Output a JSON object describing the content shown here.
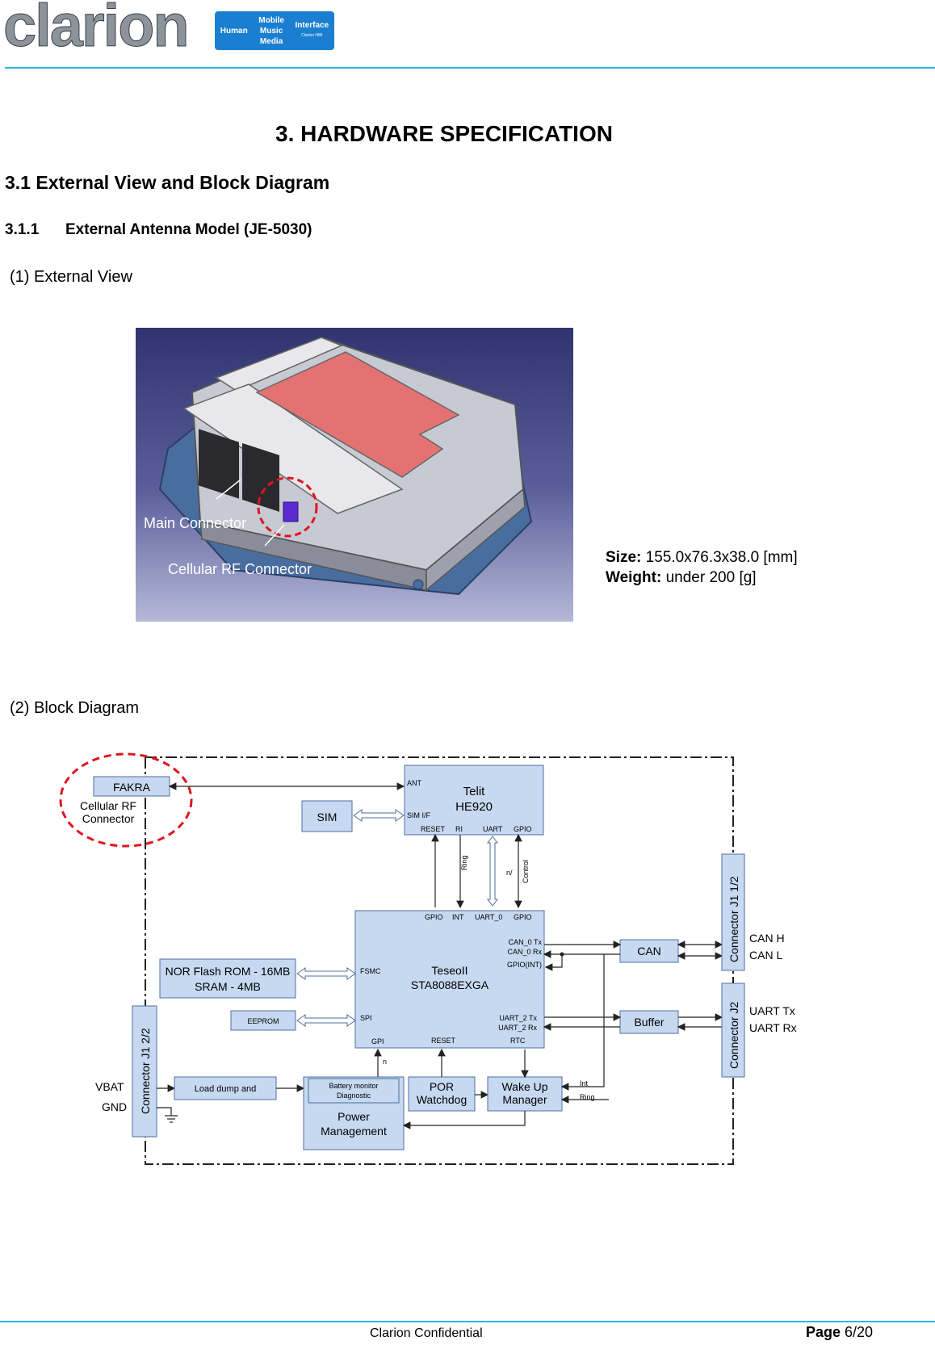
{
  "header": {
    "logo_text": "clarion",
    "badge": {
      "col1": [
        "Human"
      ],
      "col2": [
        "Mobile",
        "Music",
        "Media"
      ],
      "col3": [
        "Interface"
      ],
      "sub": "Clarion HMI"
    }
  },
  "headings": {
    "section_title": "3.   HARDWARE SPECIFICATION",
    "subsection": "3.1  External View and Block Diagram",
    "subsubsection_num": "3.1.1",
    "subsubsection_title": "External Antenna Model (JE-5030)",
    "external_view": "(1)  External View",
    "block_diagram": "(2)  Block Diagram"
  },
  "photo": {
    "label_main_connector": "Main Connector",
    "label_cellular_rf": "Cellular RF Connector"
  },
  "specs": {
    "size_label": "Size:",
    "size_value": " 155.0x76.3x38.0 [mm]",
    "weight_label": "Weight:",
    "weight_value": " under 200 [g]"
  },
  "diagram": {
    "fakra": "FAKRA",
    "cellular_rf_line1": "Cellular RF",
    "cellular_rf_line2": "Connector",
    "sim": "SIM",
    "telit_line1": "Telit",
    "telit_line2": "HE920",
    "telit_ant": "ANT",
    "telit_sim_if": "SIM  I/F",
    "telit_reset": "RESET",
    "telit_ri": "RI",
    "telit_uart": "UART",
    "telit_gpio": "GPIO",
    "sig_ring": "Ring",
    "sig_n": "n/",
    "sig_control": "Control",
    "teseo_line1": "TeseoII",
    "teseo_line2": "STA8088EXGA",
    "teseo_gpio_l": "GPIO",
    "teseo_int": "INT",
    "teseo_uart0": "UART_0",
    "teseo_gpio_r": "GPIO",
    "teseo_can0_tx": "CAN_0 Tx",
    "teseo_can0_rx": "CAN_0 Rx",
    "teseo_gpio_int": "GPIO(INT)",
    "teseo_fsmc": "FSMC",
    "teseo_spi": "SPI",
    "teseo_uart2_tx": "UART_2 Tx",
    "teseo_uart2_rx": "UART_2 Rx",
    "teseo_gpi": "GPI",
    "teseo_reset": "RESET",
    "teseo_rtc": "RTC",
    "nor_line1": "NOR Flash ROM - 16MB",
    "nor_line2": "SRAM - 4MB",
    "eeprom": "EEPROM",
    "can": "CAN",
    "buffer": "Buffer",
    "conn_j1_1": "Connector  J1  1/2",
    "conn_j2": "Connector  J2",
    "conn_j1_2": "Connector  J1  2/2",
    "can_h": "CAN H",
    "can_l": "CAN L",
    "uart_tx": "UART Tx",
    "uart_rx": "UART Rx",
    "vbat": "VBAT",
    "gnd": "GND",
    "load_dump": "Load dump and",
    "battery_monitor": "Battery monitor",
    "diagnostic": "Diagnostic",
    "power_line1": "Power",
    "power_line2": "Management",
    "por_line1": "POR",
    "por_line2": "Watchdog",
    "wake_line1": "Wake Up",
    "wake_line2": "Manager",
    "wake_int": "Int",
    "wake_ring": "Ring",
    "sig_n2": "n"
  },
  "footer": {
    "confidential": "Clarion Confidential",
    "page_label": "Page",
    "page_value": " 6/20"
  },
  "colors": {
    "accent_rule": "#2bb6e6",
    "block_fill": "#c6d9f1",
    "block_stroke": "#4f6f9f",
    "highlight_red": "#e0141e",
    "lid_red": "#e57272"
  }
}
